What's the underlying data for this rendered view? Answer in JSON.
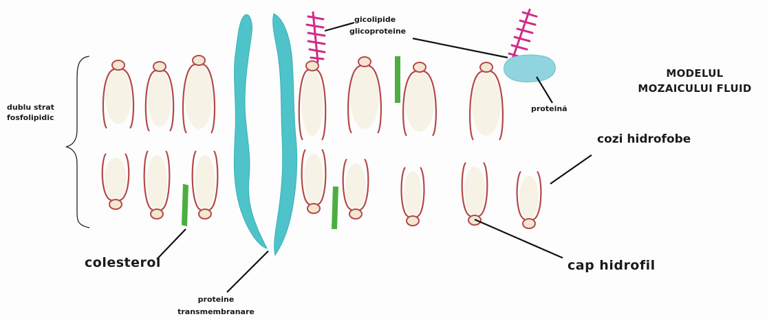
{
  "title_line1": "MODELUL",
  "title_line2": "MOZAICULUI FLUID",
  "labels": {
    "glycolipids": "gicolipide",
    "glycoproteins": "glicoproteine",
    "bilayer_line1": "dublu strat",
    "bilayer_line2": "fosfolipidic",
    "protein": "proteină",
    "tails": "cozi hidrofobe",
    "cholesterol": "colesterol",
    "head": "cap hidrofil",
    "transmembrane_line1": "proteine",
    "transmembrane_line2": "transmembranare"
  },
  "colors": {
    "phospholipid": "#b34848",
    "phospholipid_fill": "#f6f3e6",
    "head_fill": "#f3e6d2",
    "transmembrane_protein": "#4ec3c9",
    "peripheral_protein": "#8fd4df",
    "cholesterol": "#4cae3f",
    "glyco_chain": "#d22a88",
    "label_line": "#111111"
  },
  "icons": [
    "phospholipid-shape",
    "cholesterol-shape",
    "protein-shape",
    "carbohydrate-chain"
  ]
}
